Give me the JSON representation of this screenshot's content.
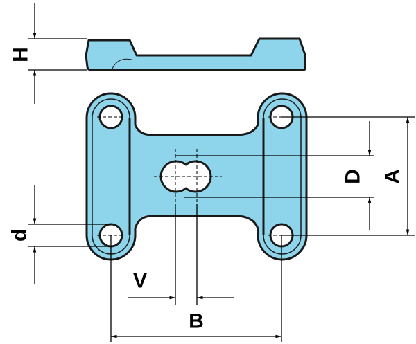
{
  "drawing": {
    "fill_color": "#8ed4ea",
    "outline_color": "#1a1a1a",
    "line_color": "#000000"
  },
  "labels": {
    "H": "H",
    "d": "d",
    "D": "D",
    "A": "A",
    "V": "V",
    "B": "B"
  }
}
